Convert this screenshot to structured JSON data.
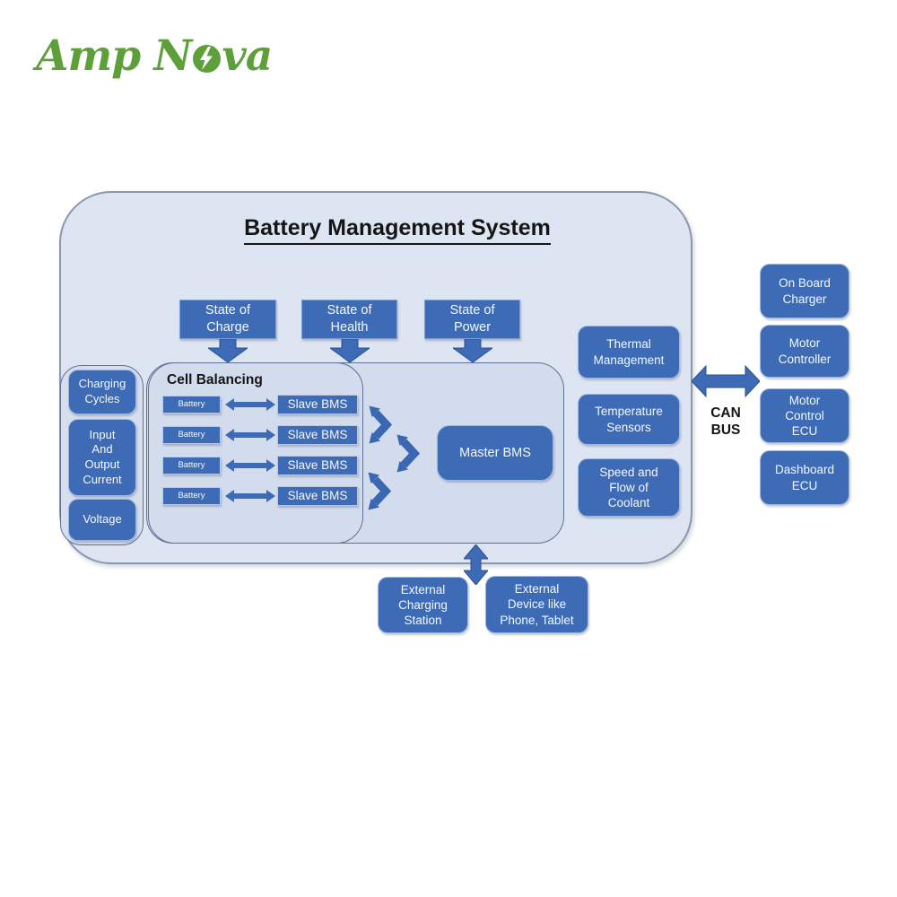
{
  "logo": {
    "prefix": "Amp N",
    "suffix": "va",
    "bolt_icon": "lightning-bolt",
    "color": "#5da03a"
  },
  "bms": {
    "title": "Battery Management System",
    "inputs": [
      "State of\nCharge",
      "State of\nHealth",
      "State of\nPower"
    ],
    "left_panel": {
      "items": [
        "Charging\nCycles",
        "Input\nAnd\nOutput\nCurrent",
        "Voltage"
      ]
    },
    "cell_balancing": {
      "label": "Cell Balancing",
      "battery_label": "Battery",
      "slave_label": "Slave BMS",
      "row_count": 4
    },
    "master": "Master BMS",
    "sensors": [
      "Thermal\nManagement",
      "Temperature\nSensors",
      "Speed and\nFlow of\nCoolant"
    ],
    "can_bus_label": "CAN\nBUS",
    "ecu_column": [
      "On Board\nCharger",
      "Motor\nController",
      "Motor\nControl\nECU",
      "Dashboard\nECU"
    ],
    "external": [
      "External\nCharging\nStation",
      "External\nDevice like\nPhone, Tablet"
    ]
  },
  "colors": {
    "box_blue": "#3d6bb5",
    "outer_fill": "#dde4f2",
    "inner_fill": "#d3dcec",
    "logo_green": "#5da03a"
  }
}
